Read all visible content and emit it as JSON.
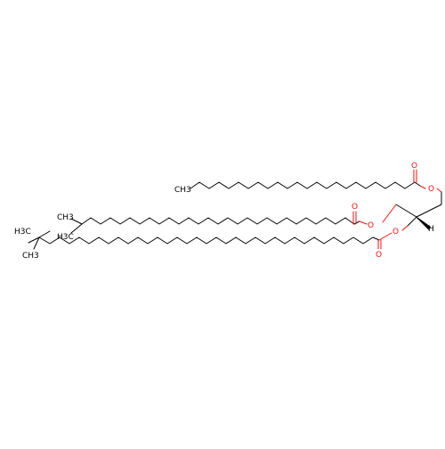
{
  "molecule": {
    "type": "triacylglycerol",
    "colors": {
      "carbon": "#000000",
      "oxygen": "#ff0d0d"
    },
    "labels": {
      "ch3_top": "CH3",
      "ch3_mid": "CH3",
      "h3c_mid": "H3C",
      "h3c_bot": "H3C",
      "ch3_bot": "CH3",
      "h": "H",
      "o_ester1": "O",
      "o_carbonyl1": "O",
      "o_ester2": "O",
      "o_carbonyl2": "O",
      "o_ester3": "O",
      "o_carbonyl3": "O"
    }
  }
}
